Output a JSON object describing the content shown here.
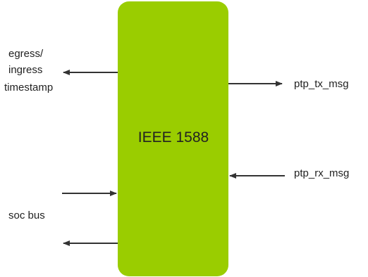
{
  "block": {
    "label": "IEEE 1588",
    "fill_color": "#9ACD00"
  },
  "signals": {
    "timestamp": {
      "line1": "egress/",
      "line2": "ingress",
      "line3": "timestamp",
      "direction": "out"
    },
    "tx": {
      "label": "ptp_tx_msg",
      "direction": "out"
    },
    "rx": {
      "label": "ptp_rx_msg",
      "direction": "in"
    },
    "soc": {
      "label": "soc bus",
      "direction": "bidirectional"
    }
  },
  "line_color": "#333333"
}
